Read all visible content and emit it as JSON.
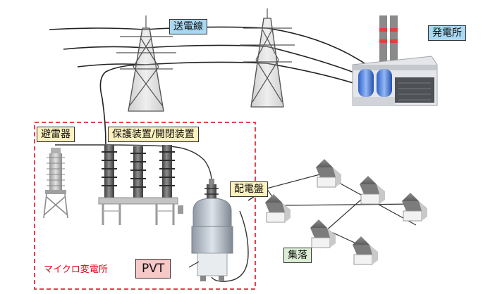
{
  "labels": {
    "transmission_line": "送電線",
    "power_plant": "発電所",
    "lightning_arrester": "避雷器",
    "protection_switchgear": "保護装置/開閉装置",
    "distribution_board": "配電盤",
    "village": "集落",
    "pvt": "PVT",
    "micro_substation": "マイクロ変電所"
  },
  "colors": {
    "dashed_border": "#e60012",
    "label_blue": "#a9d8f2",
    "label_yellow": "#fdf1be",
    "label_green": "#dcefd6",
    "label_pink": "#f7c8c8"
  }
}
